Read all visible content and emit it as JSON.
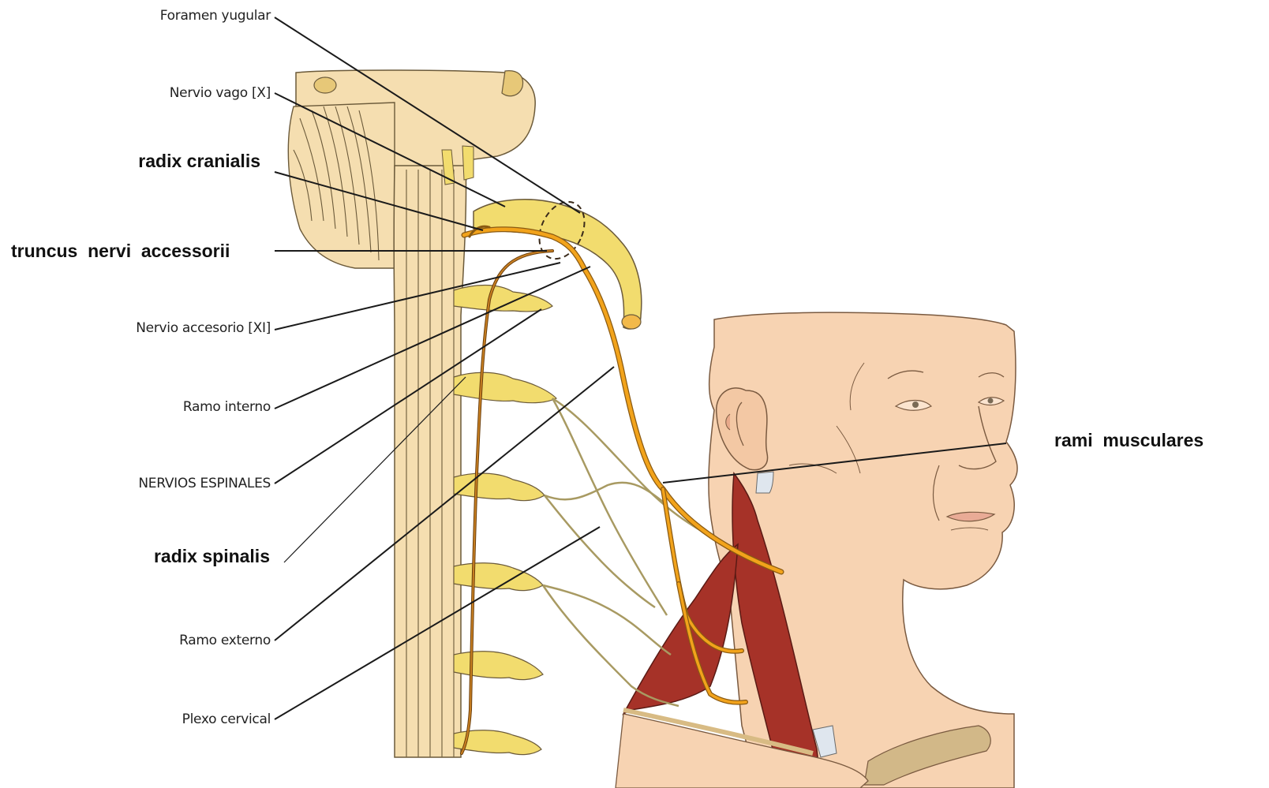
{
  "labels": {
    "foramen_yugular": "Foramen yugular",
    "nervio_vago": "Nervio vago [X]",
    "radix_cranialis": "radix cranialis",
    "truncus_nervi_accessorii": "truncus  nervi  accessorii",
    "nervio_accesorio": "Nervio accesorio [XI]",
    "ramo_interno": "Ramo interno",
    "nervios_espinales": "NERVIOS ESPINALES",
    "radix_spinalis": "radix spinalis",
    "ramo_externo": "Ramo externo",
    "plexo_cervical": "Plexo cervical",
    "rami_musculares": "rami  musculares"
  },
  "colors": {
    "bone": "#f5deb0",
    "bone_outline": "#6b5a3a",
    "nerve": "#f2a31b",
    "nerve_dark": "#8a5a12",
    "ganglion": "#f2dc6e",
    "skin": "#f7d3b2",
    "muscle": "#a63228",
    "plexus": "#a89a62"
  }
}
